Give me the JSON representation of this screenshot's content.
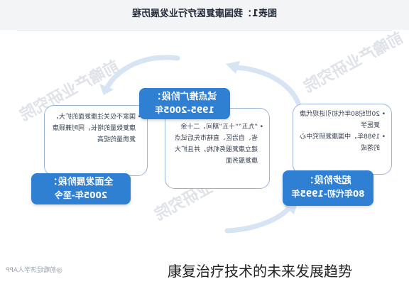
{
  "header": {
    "title": "图表1：我国康复医疗行业发展历程"
  },
  "stages": [
    {
      "name": "起步阶段：",
      "period": "80年代初-1995年",
      "points": [
        "20世纪80年代初引进现代康复医学",
        "1988年，中国康复研究中心的落成"
      ]
    },
    {
      "name": "试点推广阶段：",
      "period": "1995-2005年",
      "points": [
        "“九五”“十五”期间，二十余省、自治区、直辖市先后试点建立康复服务机构，并且扩大康复服务面"
      ]
    },
    {
      "name": "全面发展阶段：",
      "period": "2005年-至今",
      "points": [
        "国家不仅关注康复面的扩大，康复数量的增长，同时兼顾康复质量的提高"
      ]
    }
  ],
  "watermark": "前瞻产业研究院",
  "source": "@前瞻经济学人APP",
  "caption": "康复治疗技术的未来发展趋势",
  "colors": {
    "label_bg": "#2f7fd3",
    "box_border": "#9ab6d6",
    "arrow": "#d6e4f3"
  }
}
